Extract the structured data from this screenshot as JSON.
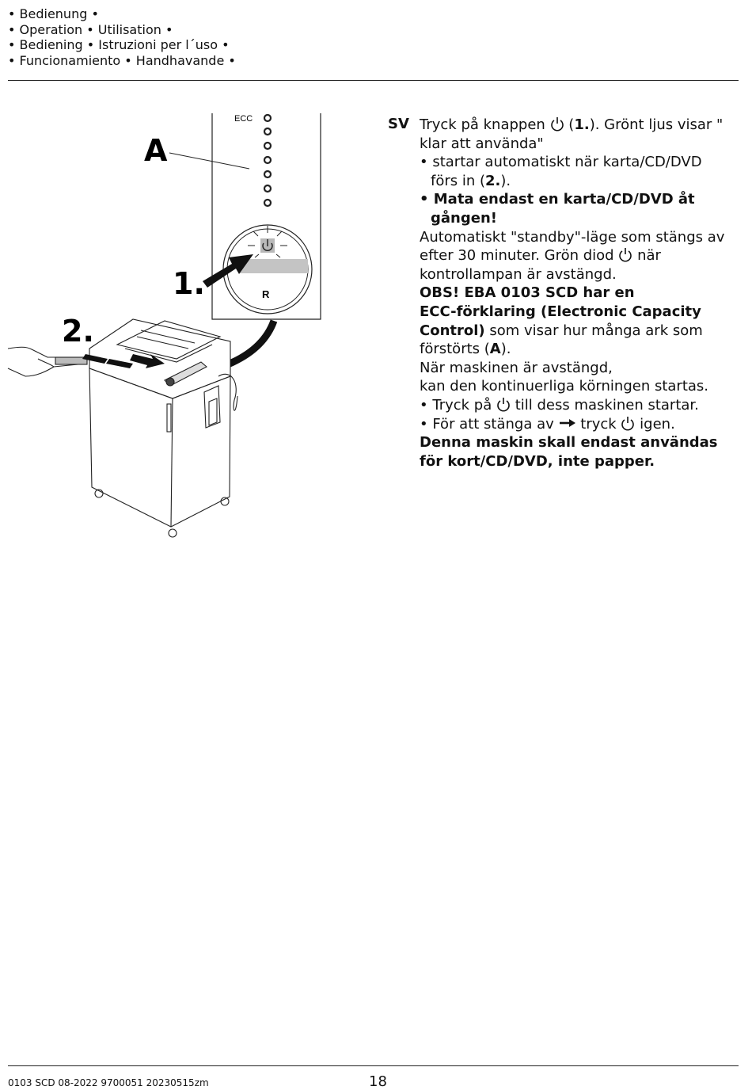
{
  "header": {
    "lines": [
      "• Bedienung •",
      "• Operation • Utilisation •",
      "• Bediening • Istruzioni per l´uso •",
      "• Funcionamiento • Handhavande •"
    ]
  },
  "figure": {
    "label_a": "A",
    "label_1": "1.",
    "label_2": "2.",
    "ecc_label": "ECC",
    "r_label": "R"
  },
  "section": {
    "lang": "SV",
    "l1a": "Tryck på knappen",
    "l1b": "(",
    "l1c": "1.",
    "l1d": "). Grönt ljus visar \"",
    "l2": "klar att använda\"",
    "l3": "• startar automatiskt när karta/CD/DVD",
    "l4a": "förs in (",
    "l4b": "2.",
    "l4c": ").",
    "l5": "• Mata endast en karta/CD/DVD åt",
    "l6": "gången!",
    "l7": "Automatiskt \"standby\"-läge som stängs av",
    "l8a": "efter 30 minuter. Grön diod",
    "l8b": "när",
    "l9": "kontrollampan är avstängd.",
    "l10": "OBS!  EBA 0103 SCD har en",
    "l11": "ECC-förklaring (Electronic Capacity",
    "l12a": "Control)",
    "l12b": " som visar hur många ark som",
    "l13a": "förstörts (",
    "l13b": "A",
    "l13c": ").",
    "l14": "När maskinen är avstängd,",
    "l15": "kan den kontinuerliga körningen startas.",
    "l16a": "• Tryck på",
    "l16b": "till dess maskinen startar.",
    "l17a": "• För att stänga av",
    "l17b": "tryck",
    "l17c": "igen.",
    "l18": "Denna maskin skall endast användas",
    "l19": "för kort/CD/DVD, inte papper."
  },
  "footer": {
    "left": "0103 SCD   08-2022   9700051   20230515zm",
    "page": "18"
  },
  "icons": {
    "power": "power-icon",
    "arrow": "right-arrow-icon"
  }
}
